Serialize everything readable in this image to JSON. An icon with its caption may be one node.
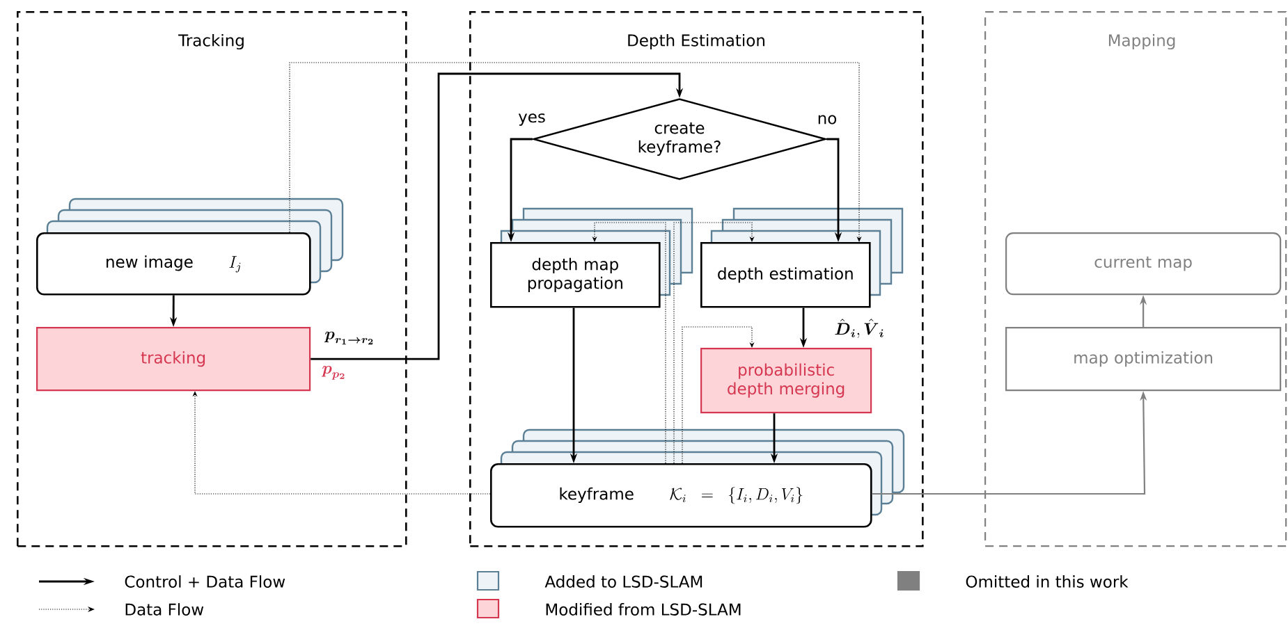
{
  "diagram": {
    "nodes": [
      {
        "text": [
          "Tracking"
        ]
      },
      {
        "text": [
          "Depth Estimation"
        ]
      },
      {
        "text": [
          "Mapping"
        ]
      },
      {
        "text": [
          "new image",
          "I_j"
        ],
        "in": 0
      },
      {
        "text": [
          "tracking"
        ],
        "in": 0,
        "beside": [
          "\\boldsymbol{p}_{\\boldsymbol{r_1\\rightarrow r_2}}",
          "\\boldsymbol{p}_{\\boldsymbol{p_2}}"
        ]
      },
      {
        "text": [
          "create keyframe?"
        ],
        "in": 1
      },
      {
        "text": [
          "depth map propagation"
        ],
        "in": 1
      },
      {
        "text": [
          "depth estimation"
        ],
        "in": 1,
        "beside": [
          "\\hat{\\boldsymbol{D}}_{\\boldsymbol{i}}, \\hat{\\boldsymbol{V}}_{\\boldsymbol{i}}"
        ]
      },
      {
        "text": [
          "probabilistic depth merging"
        ],
        "in": 1
      },
      {
        "text": [
          "keyframe",
          "\\mathcal{K}_i = \\{I_i, D_i, V_i\\}"
        ],
        "in": 1
      },
      {
        "text": [
          "current map"
        ],
        "in": 2
      },
      {
        "text": [
          "map optimization"
        ],
        "in": 2
      }
    ],
    "edges": [
      {
        "from": 3,
        "to": 4,
        "arrow": "to"
      },
      {
        "from": 4,
        "to": 5,
        "arrow": "to"
      },
      {
        "from": 5,
        "to": 6,
        "arrow": "to",
        "label": "yes"
      },
      {
        "from": 5,
        "to": 7,
        "arrow": "to",
        "label": "no"
      },
      {
        "from": 6,
        "to": 9,
        "arrow": "to"
      },
      {
        "from": 7,
        "to": 8,
        "arrow": "to"
      },
      {
        "from": 8,
        "to": 9,
        "arrow": "to"
      },
      {
        "from": 9,
        "to": 11,
        "arrow": "to",
        "color": "#808080"
      },
      {
        "from": 9,
        "to": 4,
        "arrow": "to",
        "style": "dashed"
      },
      {
        "from": 3,
        "to": 7,
        "arrow": "to",
        "style": "dashed"
      },
      {
        "from": 9,
        "to": 6,
        "arrow": "to",
        "style": "dashed"
      },
      {
        "from": 9,
        "to": 7,
        "arrow": "to",
        "style": "dashed"
      },
      {
        "from": 9,
        "to": 8,
        "arrow": "to",
        "style": "dashed"
      },
      {
        "from": 11,
        "to": 10,
        "arrow": "to",
        "color": "#808080"
      }
    ],
    "legend": [
      {
        "text": "Control + Data Flow"
      },
      {
        "text": "Data Flow"
      },
      {
        "text": "Added to LSD-SLAM",
        "color": "#eef3f7"
      },
      {
        "text": "Modified from LSD-SLAM",
        "color": "#fdd5d9"
      },
      {
        "text": "Omitted in this work",
        "color": "#808080"
      }
    ]
  }
}
